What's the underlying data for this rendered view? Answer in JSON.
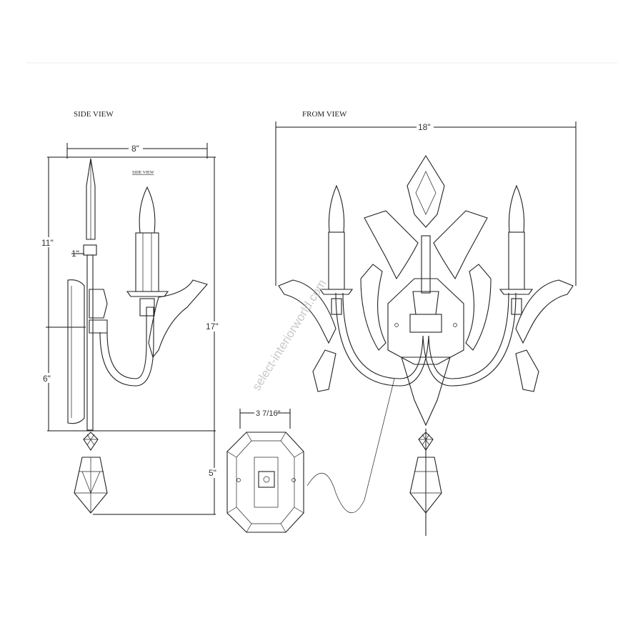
{
  "labels": {
    "side_view": "SIDE VIEW",
    "side_view_small": "SIDE VIEW",
    "front_view": "FROM VIEW"
  },
  "dimensions": {
    "side_width": "8\"",
    "front_width": "18\"",
    "side_upper_height": "11\"",
    "stem_offset": "1\"",
    "total_height": "17\"",
    "lower_height": "6\"",
    "pendant_height": "5\"",
    "backplate_width": "3 7/16\""
  },
  "watermark": "select-interiorworld.com"
}
